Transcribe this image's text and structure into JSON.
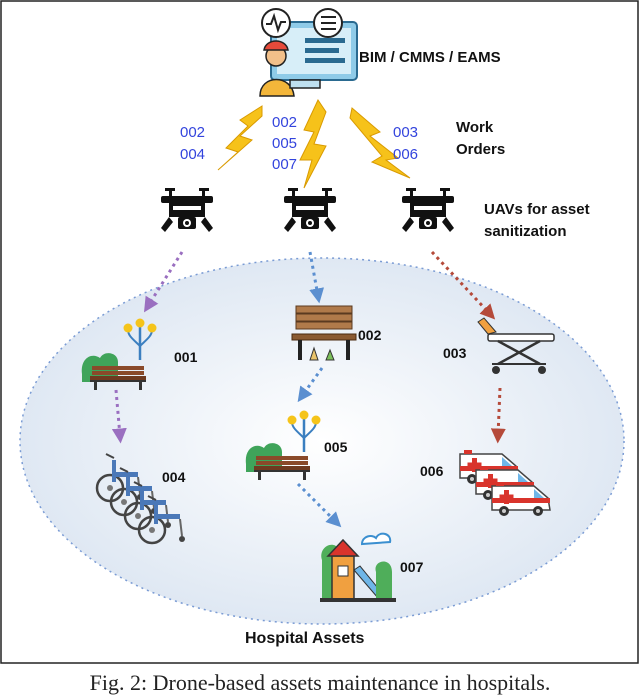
{
  "system": {
    "label": "BIM / CMMS / EAMS"
  },
  "work_orders": {
    "title_line1": "Work",
    "title_line2": "Orders",
    "left": [
      "002",
      "004"
    ],
    "center": [
      "002",
      "005",
      "007"
    ],
    "right": [
      "003",
      "006"
    ]
  },
  "uavs": {
    "line1": "UAVs for asset",
    "line2": "sanitization"
  },
  "assets": {
    "a001": "001",
    "a002": "002",
    "a003": "003",
    "a004": "004",
    "a005": "005",
    "a006": "006",
    "a007": "007"
  },
  "region_label": "Hospital Assets",
  "caption": "Fig. 2: Drone-based assets maintenance in hospitals.",
  "colors": {
    "left_path": "#9a6fc0",
    "center_path": "#5b8fd0",
    "right_path": "#b54a3a",
    "lightning": "#f6c21a",
    "region_border": "#7a9bd4"
  }
}
